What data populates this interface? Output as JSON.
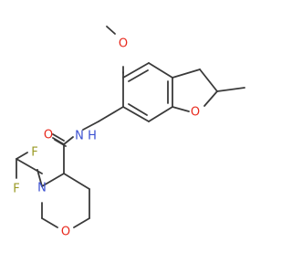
{
  "colors": {
    "background": "#ffffff",
    "bond": "#3a3a3a",
    "oxygen": "#e8281c",
    "nitrogen": "#3a4fd1",
    "fluorine": "#9a9a24"
  },
  "atoms": {
    "o_methoxy": "O",
    "o_furan": "O",
    "o_carbonyl": "O",
    "nh": "N",
    "h_amide": "H",
    "n_ring": "N",
    "o_morpholine": "O",
    "f_top": "F",
    "f_bottom": "F"
  }
}
